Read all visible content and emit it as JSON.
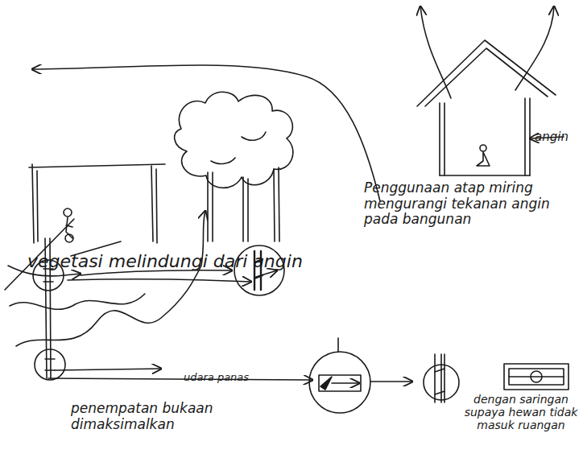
{
  "diagram": {
    "labels": [
      "vegetasi melindungi dari angin",
      "angin",
      "Penggunaan atap miring mengurangi tekanan angin pada bangunan",
      "udara panas",
      "penempatan bukaan dimaksimalkan",
      "dengan saringan supaya hewan tidak masuk ruangan"
    ]
  }
}
